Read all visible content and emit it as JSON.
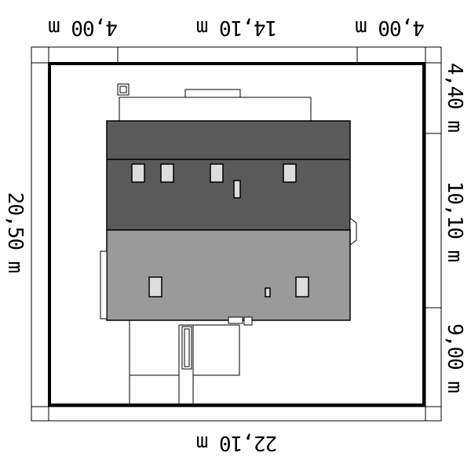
{
  "dimensions": {
    "top_left": "4,00 m",
    "top_center": "14,10 m",
    "top_right": "4,00 m",
    "bottom": "22,10 m",
    "left": "20,50 m",
    "right_top": "4,40 m",
    "right_middle": "10,10 m",
    "right_bottom": "9,00 m"
  },
  "colors": {
    "plot_outline": "#000000",
    "roof_dark": "#5a5a5a",
    "roof_light": "#9a9a9a",
    "window": "#dcdcdc",
    "line": "#000000"
  }
}
